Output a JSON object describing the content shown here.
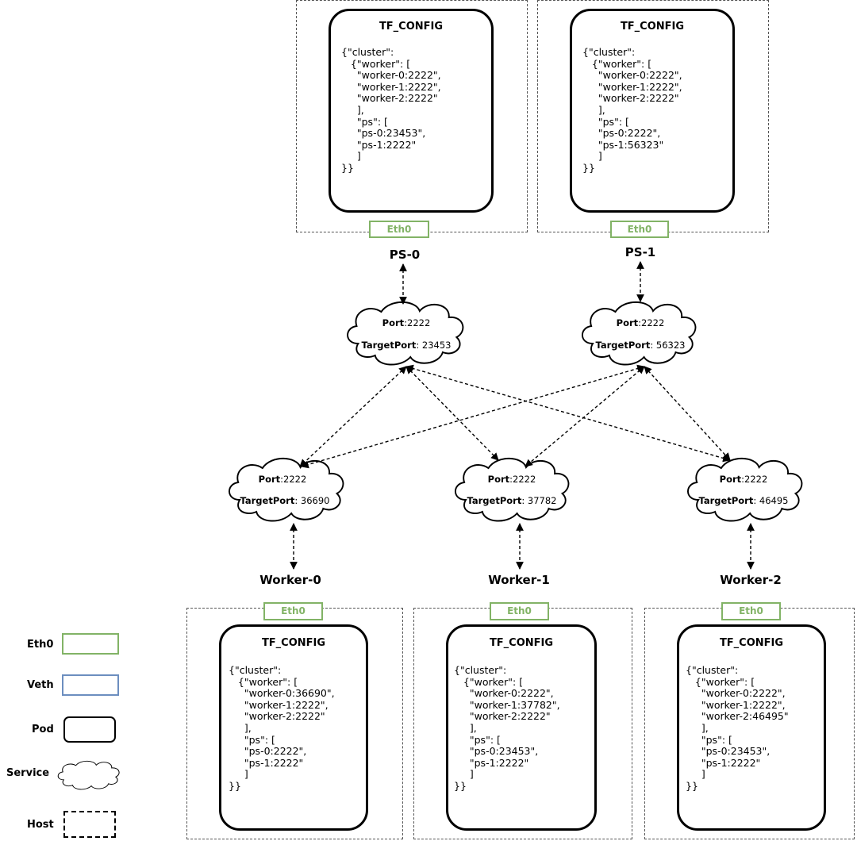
{
  "ps": [
    {
      "label": "PS-0",
      "config_title": "TF_CONFIG",
      "config": "{\"cluster\":\n   {\"worker\": [\n     \"worker-0:2222\",\n     \"worker-1:2222\",\n     \"worker-2:2222\"\n     ],\n     \"ps\": [\n     \"ps-0:23453\",\n     \"ps-1:2222\"\n     ]\n}}",
      "eth": "Eth0",
      "service": {
        "port_key": "Port",
        "port": ":2222",
        "target_key": "TargetPort",
        "target": ": 23453"
      }
    },
    {
      "label": "PS-1",
      "config_title": "TF_CONFIG",
      "config": "{\"cluster\":\n   {\"worker\": [\n     \"worker-0:2222\",\n     \"worker-1:2222\",\n     \"worker-2:2222\"\n     ],\n     \"ps\": [\n     \"ps-0:2222\",\n     \"ps-1:56323\"\n     ]\n}}",
      "eth": "Eth0",
      "service": {
        "port_key": "Port",
        "port": ":2222",
        "target_key": "TargetPort",
        "target": ": 56323"
      }
    }
  ],
  "workers": [
    {
      "label": "Worker-0",
      "config_title": "TF_CONFIG",
      "config": "{\"cluster\":\n   {\"worker\": [\n     \"worker-0:36690\",\n     \"worker-1:2222\",\n     \"worker-2:2222\"\n     ],\n     \"ps\": [\n     \"ps-0:2222\",\n     \"ps-1:2222\"\n     ]\n}}",
      "eth": "Eth0",
      "service": {
        "port_key": "Port",
        "port": ":2222",
        "target_key": "TargetPort",
        "target": ": 36690"
      }
    },
    {
      "label": "Worker-1",
      "config_title": "TF_CONFIG",
      "config": "{\"cluster\":\n   {\"worker\": [\n     \"worker-0:2222\",\n     \"worker-1:37782\",\n     \"worker-2:2222\"\n     ],\n     \"ps\": [\n     \"ps-0:23453\",\n     \"ps-1:2222\"\n     ]\n}}",
      "eth": "Eth0",
      "service": {
        "port_key": "Port",
        "port": ":2222",
        "target_key": "TargetPort",
        "target": ": 37782"
      }
    },
    {
      "label": "Worker-2",
      "config_title": "TF_CONFIG",
      "config": "{\"cluster\":\n   {\"worker\": [\n     \"worker-0:2222\",\n     \"worker-1:2222\",\n     \"worker-2:46495\"\n     ],\n     \"ps\": [\n     \"ps-0:23453\",\n     \"ps-1:2222\"\n     ]\n}}",
      "eth": "Eth0",
      "service": {
        "port_key": "Port",
        "port": ":2222",
        "target_key": "TargetPort",
        "target": ": 46495"
      }
    }
  ],
  "legend": [
    {
      "label": "Eth0",
      "shape": "eth0-rect"
    },
    {
      "label": "Veth",
      "shape": "veth-rect"
    },
    {
      "label": "Pod",
      "shape": "pod-rounded-rect"
    },
    {
      "label": "Service",
      "shape": "cloud"
    },
    {
      "label": "Host",
      "shape": "dashed-rect"
    }
  ],
  "colors": {
    "eth0": "#82b366",
    "veth": "#6c8ebf",
    "line": "#000000"
  }
}
